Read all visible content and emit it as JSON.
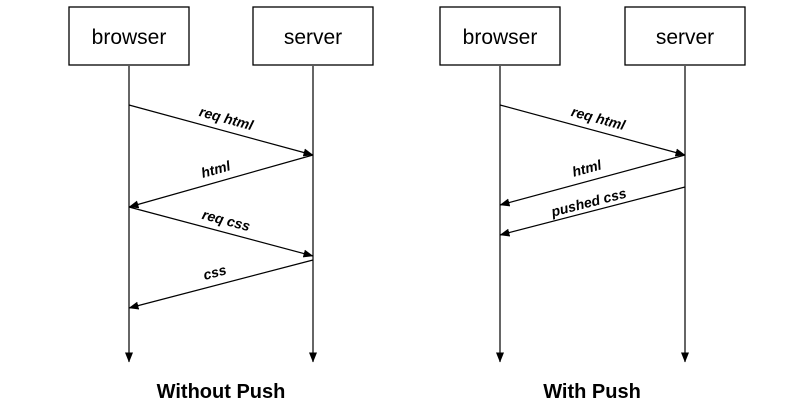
{
  "diagrams": [
    {
      "caption": "Without Push",
      "participants": [
        "browser",
        "server"
      ],
      "messages": [
        {
          "from": "browser",
          "to": "server",
          "label": "req html"
        },
        {
          "from": "server",
          "to": "browser",
          "label": "html"
        },
        {
          "from": "browser",
          "to": "server",
          "label": "req css"
        },
        {
          "from": "server",
          "to": "browser",
          "label": "css"
        }
      ]
    },
    {
      "caption": "With Push",
      "participants": [
        "browser",
        "server"
      ],
      "messages": [
        {
          "from": "browser",
          "to": "server",
          "label": "req html"
        },
        {
          "from": "server",
          "to": "browser",
          "label": "html"
        },
        {
          "from": "server",
          "to": "browser",
          "label": "pushed css"
        }
      ]
    }
  ]
}
